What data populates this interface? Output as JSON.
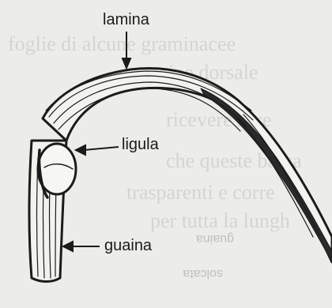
{
  "labels": {
    "lamina": "lamina",
    "ligula": "ligula",
    "guaina": "guaina"
  },
  "colors": {
    "ink": "#1b1b1b",
    "paper": "#ecece9",
    "show_through_text": "#9a9a98",
    "ligula_fill": "#f6f6f3"
  },
  "background_text": {
    "lines": [
      "foglie di alcune graminacee",
      "spine dorsale",
      "ricevere luce",
      "che queste bassa",
      "trasparenti e corre",
      "per tutta la lungh"
    ],
    "mirrored": [
      "guaina",
      "solcata"
    ]
  }
}
